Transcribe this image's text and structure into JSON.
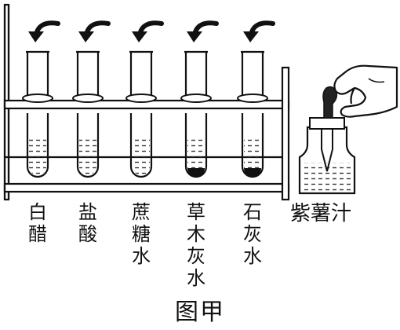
{
  "figure": {
    "caption": "图甲",
    "tubes": [
      {
        "id": "vinegar",
        "label_lines": [
          "白",
          "醋"
        ],
        "sediment": false
      },
      {
        "id": "hcl",
        "label_lines": [
          "盐",
          "酸"
        ],
        "sediment": false
      },
      {
        "id": "sugar-water",
        "label_lines": [
          "蔗",
          "糖",
          "水"
        ],
        "sediment": false
      },
      {
        "id": "plant-ash-water",
        "label_lines": [
          "草",
          "木",
          "灰",
          "水"
        ],
        "sediment": true
      },
      {
        "id": "limewater",
        "label_lines": [
          "石",
          "灰",
          "水"
        ],
        "sediment": true
      }
    ],
    "bottle": {
      "label": "紫薯汁"
    }
  }
}
